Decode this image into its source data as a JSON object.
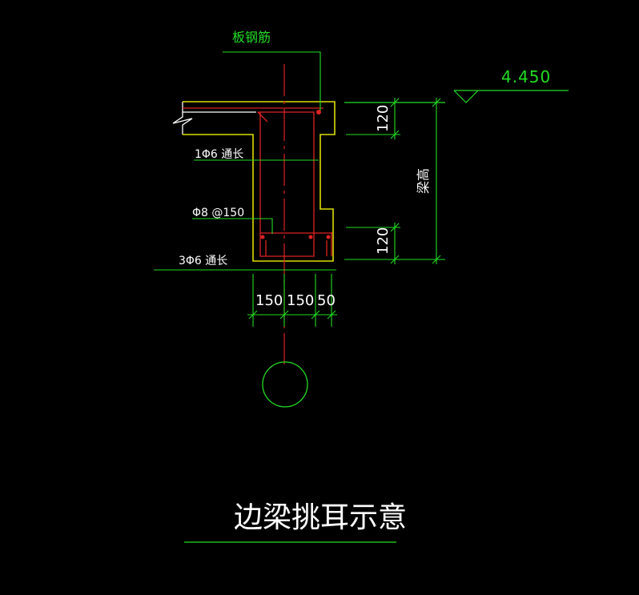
{
  "labels": {
    "slab_rebar": "板钢筋",
    "elevation": "4.450",
    "dim_top": "120",
    "dim_bottom": "120",
    "beam_height": "梁高",
    "rebar_top_through": "1Φ6 通长",
    "stirrup": "Φ8 @150",
    "rebar_bottom_through": "3Φ6 通长",
    "width_1": "150",
    "width_2": "150",
    "width_3": "50",
    "title": "边梁挑耳示意"
  },
  "colors": {
    "background": "#000000",
    "line_green": "#22dd22",
    "line_yellow": "#dddd00",
    "line_red": "#dd2222",
    "line_white": "#ffffff",
    "text_green": "#22dd22",
    "text_white": "#ffffff"
  }
}
